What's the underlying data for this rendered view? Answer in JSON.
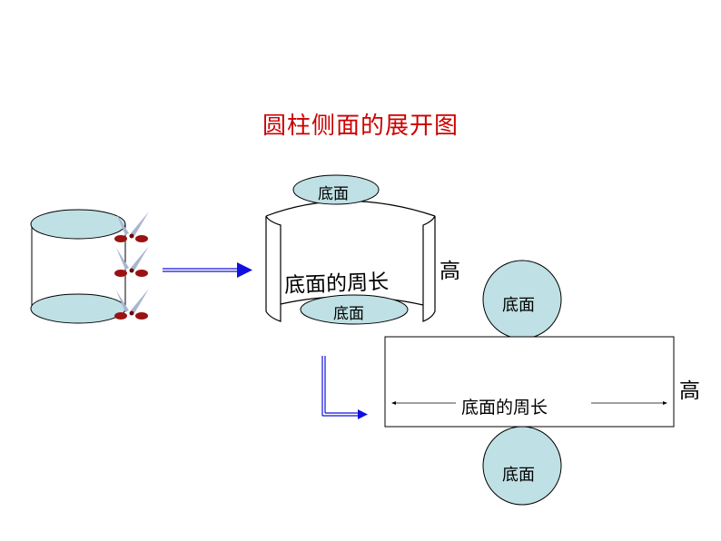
{
  "title": "圆柱侧面的展开图",
  "colors": {
    "title": "#cc0000",
    "base_fill": "#bfe0e4",
    "arrow": "#1010e0",
    "scissors_handle": "#9a1212",
    "scissors_blade": "#a9b4cf"
  },
  "labels": {
    "base": "底面",
    "base_circumference": "底面的周长",
    "height": "高"
  },
  "diagram": {
    "steps": [
      {
        "name": "cylinder",
        "description": "Cylinder with scissors cutting along the side"
      },
      {
        "name": "opening-cylinder",
        "description": "Lateral surface being unrolled"
      },
      {
        "name": "net",
        "description": "Rectangle with two circular bases"
      }
    ],
    "icons": [
      "scissors-icon",
      "scissors-icon",
      "scissors-icon",
      "right-arrow-icon",
      "down-right-arrow-icon"
    ]
  }
}
